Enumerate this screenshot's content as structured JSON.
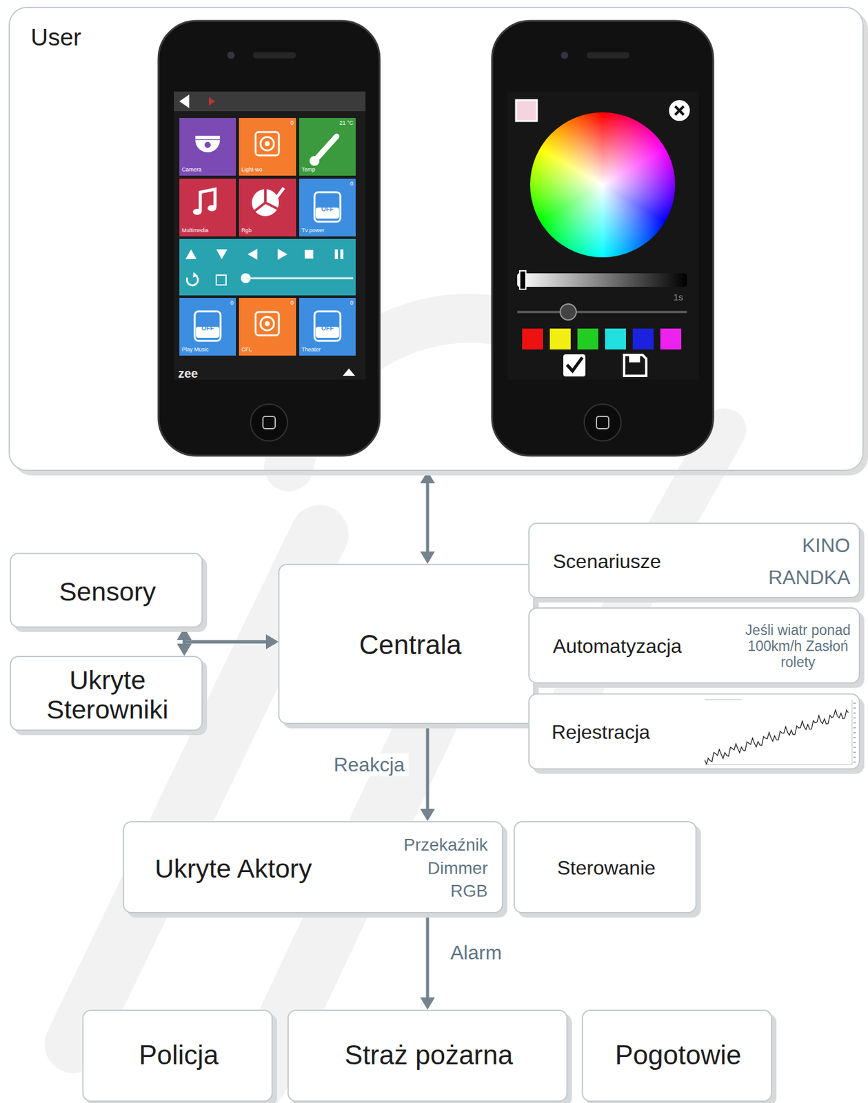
{
  "diagram": {
    "nodes": [
      {
        "text": [
          "User"
        ]
      },
      {
        "text": [
          "Centrala"
        ]
      },
      {
        "text": [
          "Sensory"
        ]
      },
      {
        "text": [
          "Ukryte Sterowniki"
        ]
      },
      {
        "text": [
          "Scenariusze",
          "KINO",
          "RANDKA"
        ]
      },
      {
        "text": [
          "Automatyzacja",
          "Jeśli wiatr ponad 100km/h Zasłoń rolety"
        ]
      },
      {
        "text": [
          "Rejestracja"
        ]
      },
      {
        "text": [
          "Ukryte Aktory",
          "Przekaźnik",
          "Dimmer",
          "RGB"
        ]
      },
      {
        "text": [
          "Sterowanie"
        ]
      },
      {
        "text": [
          "Policja"
        ]
      },
      {
        "text": [
          "Straż pożarna"
        ]
      },
      {
        "text": [
          "Pogotowie"
        ]
      }
    ],
    "edges": [
      {
        "from": 0,
        "to": 1,
        "arrow": "both"
      },
      {
        "from": 1,
        "to": 2,
        "arrow": "both"
      },
      {
        "from": 1,
        "to": 3,
        "arrow": "both"
      },
      {
        "from": 1,
        "to": 7,
        "label": "Reakcja",
        "arrow": "to"
      },
      {
        "from": 7,
        "to": 10,
        "label": "Alarm",
        "arrow": "to"
      }
    ],
    "labels": [
      "Camera",
      "Light-wo",
      "0",
      "Temp",
      "21 °C",
      "Multimedia",
      "Rgb",
      "0",
      "OFF",
      "Tv power",
      "0",
      "OFF",
      "Play Music",
      "0",
      "CFL",
      "0",
      "OFF",
      "Theater",
      "zee",
      "1s"
    ]
  }
}
